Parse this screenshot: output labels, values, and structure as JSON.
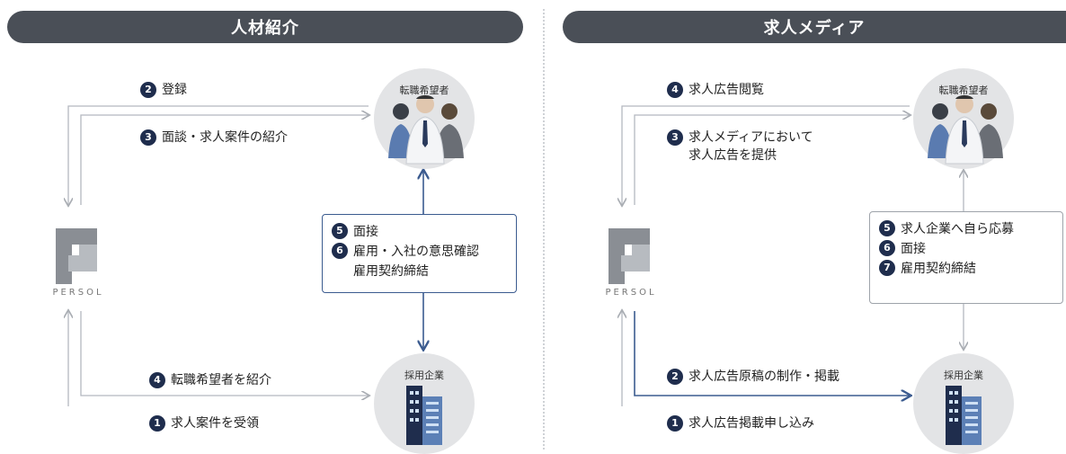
{
  "left": {
    "header": "人材紹介",
    "seeker_title": "転職希望者",
    "company_title": "採用企業",
    "logo_text": "PERSOL",
    "steps": {
      "s2": {
        "num": "2",
        "text": "登録"
      },
      "s3": {
        "num": "3",
        "text": "面談・求人案件の紹介"
      },
      "s4": {
        "num": "4",
        "text": "転職希望者を紹介"
      },
      "s1": {
        "num": "1",
        "text": "求人案件を受領"
      }
    },
    "box": {
      "l1": {
        "num": "5",
        "text": "面接"
      },
      "l2": {
        "num": "6",
        "text": "雇用・入社の意思確認"
      },
      "l3": {
        "text": "雇用契約締結"
      }
    }
  },
  "right": {
    "header": "求人メディア",
    "seeker_title": "転職希望者",
    "company_title": "採用企業",
    "logo_text": "PERSOL",
    "steps": {
      "s4": {
        "num": "4",
        "text": "求人広告閲覧"
      },
      "s3": {
        "num": "3",
        "text": "求人メディアにおいて",
        "text2": "求人広告を提供"
      },
      "s2": {
        "num": "2",
        "text": "求人広告原稿の制作・掲載"
      },
      "s1": {
        "num": "1",
        "text": "求人広告掲載申し込み"
      }
    },
    "box": {
      "l1": {
        "num": "5",
        "text": "求人企業へ自ら応募"
      },
      "l2": {
        "num": "6",
        "text": "面接"
      },
      "l3": {
        "num": "7",
        "text": "雇用契約締結"
      }
    }
  },
  "colors": {
    "accent": "#1f2d4d",
    "flow_dark": "#3b5b8f",
    "flow_light": "#b4b8bf",
    "header": "#4a4f57"
  }
}
